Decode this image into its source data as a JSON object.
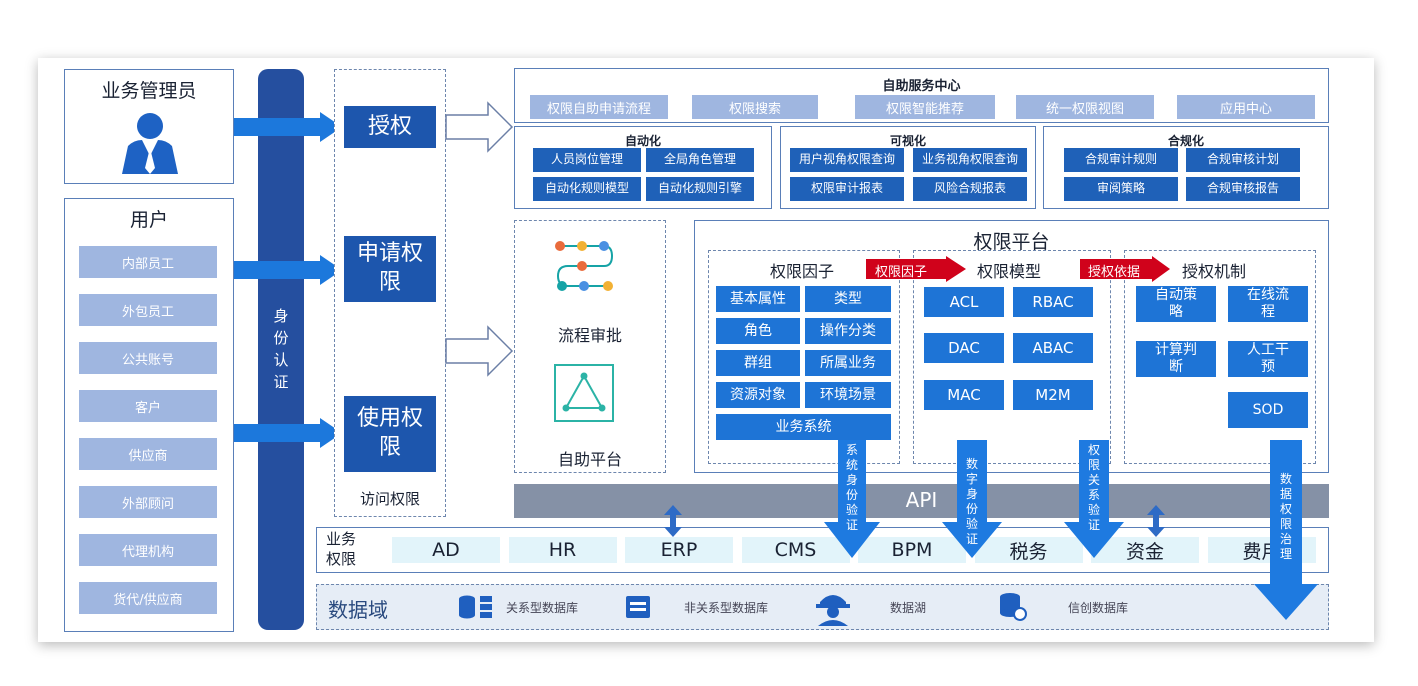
{
  "left": {
    "admin_title": "业务管理员",
    "user_title": "用户",
    "users": [
      "内部员工",
      "外包员工",
      "公共账号",
      "客户",
      "供应商",
      "外部顾问",
      "代理机构",
      "货代/供应商"
    ]
  },
  "identity_auth": "身份认证",
  "access": {
    "authorize": "授权",
    "apply": "申请权限",
    "use": "使用权限",
    "label": "访问权限"
  },
  "self_service": {
    "title": "自助服务中心",
    "items": [
      "权限自助申请流程",
      "权限搜索",
      "权限智能推荐",
      "统一权限视图",
      "应用中心"
    ]
  },
  "automation": {
    "title": "自动化",
    "items": [
      "人员岗位管理",
      "全局角色管理",
      "自动化规则模型",
      "自动化规则引擎"
    ]
  },
  "visualization": {
    "title": "可视化",
    "items": [
      "用户视角权限查询",
      "业务视角权限查询",
      "权限审计报表",
      "风险合规报表"
    ]
  },
  "compliance": {
    "title": "合规化",
    "items": [
      "合规审计规则",
      "合规审核计划",
      "审阅策略",
      "合规审核报告"
    ]
  },
  "workflow": {
    "process": "流程审批",
    "self_platform": "自助平台"
  },
  "platform": {
    "title": "权限平台",
    "factors_title": "权限因子",
    "factors": [
      "基本属性",
      "类型",
      "角色",
      "操作分类",
      "群组",
      "所属业务",
      "资源对象",
      "环境场景",
      "业务系统"
    ],
    "arrow1": "权限因子",
    "model_title": "权限模型",
    "models": [
      "ACL",
      "RBAC",
      "DAC",
      "ABAC",
      "MAC",
      "M2M"
    ],
    "arrow2": "授权依据",
    "mech_title": "授权机制",
    "mechs": [
      "自动策略",
      "在线流程",
      "计算判断",
      "人工干预",
      "SOD"
    ]
  },
  "verify": {
    "system_identity": "系统身份验证",
    "digital_identity": "数字身份验证",
    "relation": "权限关系验证",
    "governance": "数据权限治理"
  },
  "api": "API",
  "biz": {
    "label": "业务权限",
    "systems": [
      "AD",
      "HR",
      "ERP",
      "CMS",
      "BPM",
      "税务",
      "资金",
      "费用"
    ]
  },
  "data": {
    "title": "数据域",
    "items": [
      "关系型数据库",
      "非关系型数据库",
      "数据湖",
      "信创数据库"
    ]
  },
  "colors": {
    "dark_blue": "#1d56ad",
    "mid_blue": "#1e74d6",
    "light_blue": "#9fb6e0",
    "red": "#d0021b"
  }
}
